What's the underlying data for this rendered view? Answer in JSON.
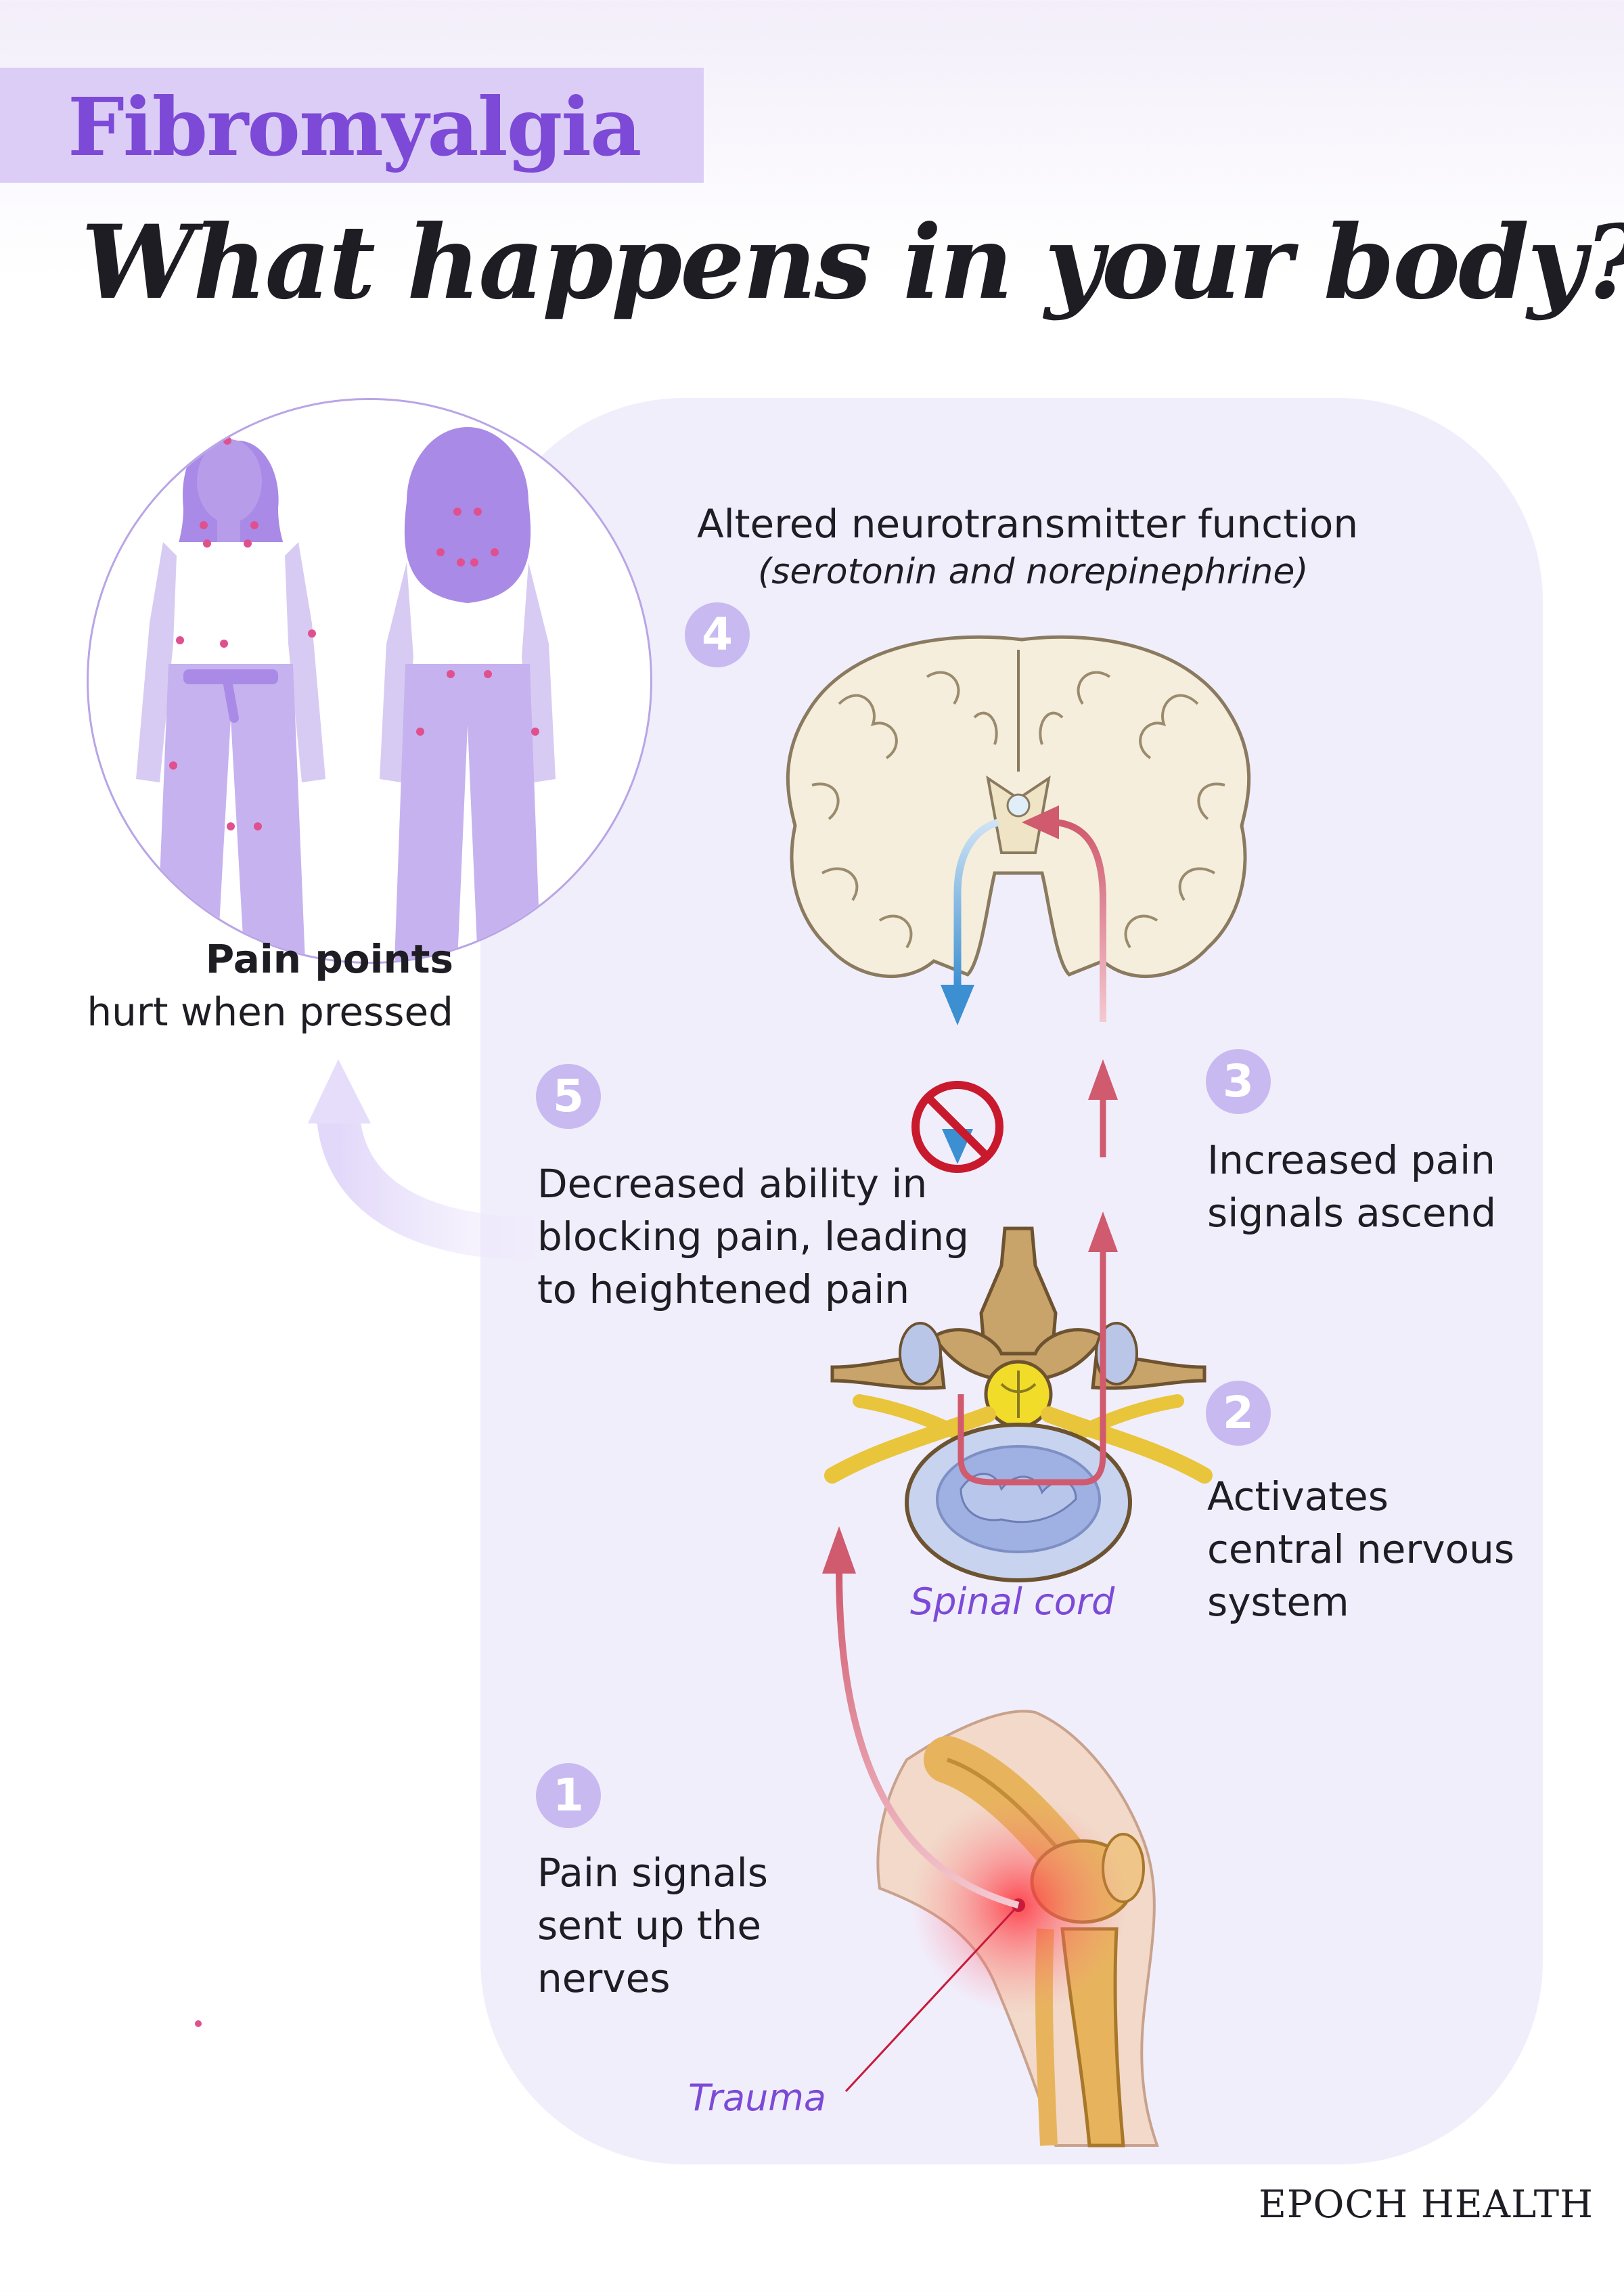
{
  "header": {
    "topic": "Fibromyalgia",
    "headline": "What happens in your body?"
  },
  "pain_points": {
    "title": "Pain points",
    "subtitle": "hurt when pressed"
  },
  "steps": [
    {
      "number": "1",
      "lines": [
        "Pain signals",
        "sent up the",
        "nerves"
      ]
    },
    {
      "number": "2",
      "lines": [
        "Activates",
        "central nervous",
        "system"
      ]
    },
    {
      "number": "3",
      "lines": [
        "Increased pain",
        "signals ascend"
      ]
    },
    {
      "number": "4",
      "title": "Altered neurotransmitter function",
      "subtitle": "(serotonin and norepinephrine)"
    },
    {
      "number": "5",
      "lines": [
        "Decreased ability in",
        "blocking pain, leading",
        "to heightened pain"
      ]
    }
  ],
  "labels": {
    "spinal_cord": "Spinal cord",
    "trauma": "Trauma"
  },
  "brand": "EPOCH HEALTH",
  "colors": {
    "accent_purple": "#7c4ad6",
    "badge": "#c9b9f1",
    "ascending_signal": "#d05a6e",
    "descending_signal": "#3c8fd1",
    "panel": "#f1eefc",
    "pain_point": "#e0508f"
  }
}
